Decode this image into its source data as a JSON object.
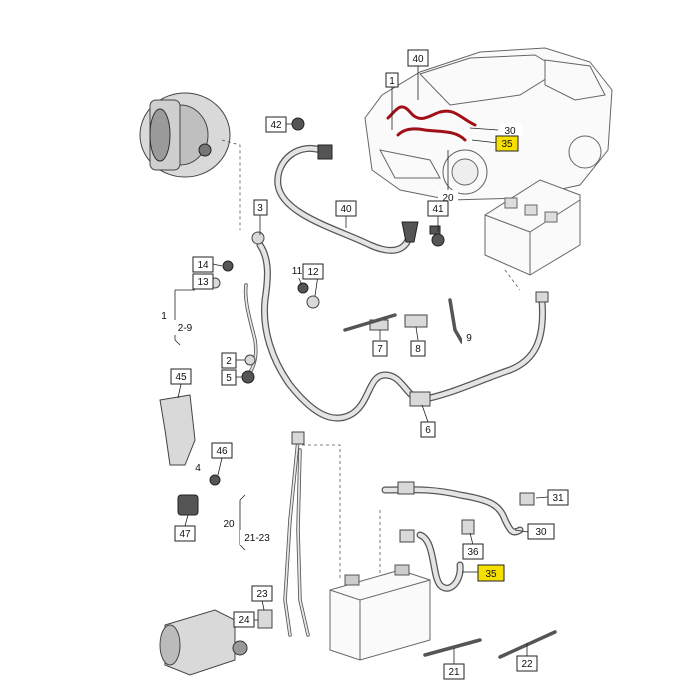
{
  "callouts": [
    {
      "id": "c40a",
      "label": "40"
    },
    {
      "id": "c1a",
      "label": "1"
    },
    {
      "id": "c30a",
      "label": "30"
    },
    {
      "id": "c35a",
      "label": "35",
      "highlight": true
    },
    {
      "id": "c20a",
      "label": "20"
    },
    {
      "id": "c42",
      "label": "42"
    },
    {
      "id": "c3",
      "label": "3"
    },
    {
      "id": "c40b",
      "label": "40"
    },
    {
      "id": "c41",
      "label": "41"
    },
    {
      "id": "c14",
      "label": "14"
    },
    {
      "id": "c13",
      "label": "13"
    },
    {
      "id": "c11",
      "label": "11"
    },
    {
      "id": "c12",
      "label": "12"
    },
    {
      "id": "c1b",
      "label": "1"
    },
    {
      "id": "c2-9",
      "label": "2-9"
    },
    {
      "id": "c2",
      "label": "2"
    },
    {
      "id": "c5",
      "label": "5"
    },
    {
      "id": "c7",
      "label": "7"
    },
    {
      "id": "c8",
      "label": "8"
    },
    {
      "id": "c9",
      "label": "9"
    },
    {
      "id": "c6",
      "label": "6"
    },
    {
      "id": "c45",
      "label": "45"
    },
    {
      "id": "c46",
      "label": "46"
    },
    {
      "id": "c4",
      "label": "4"
    },
    {
      "id": "c47",
      "label": "47"
    },
    {
      "id": "c20b",
      "label": "20"
    },
    {
      "id": "c21-23",
      "label": "21-23"
    },
    {
      "id": "c23",
      "label": "23"
    },
    {
      "id": "c24",
      "label": "24"
    },
    {
      "id": "c31",
      "label": "31"
    },
    {
      "id": "c30b",
      "label": "30"
    },
    {
      "id": "c36",
      "label": "36"
    },
    {
      "id": "c35b",
      "label": "35",
      "highlight": true
    },
    {
      "id": "c21",
      "label": "21"
    },
    {
      "id": "c22",
      "label": "22"
    }
  ],
  "colors": {
    "highlight": "#f5e000",
    "cable": "#555555",
    "vehicle_accent": "#a01018"
  }
}
